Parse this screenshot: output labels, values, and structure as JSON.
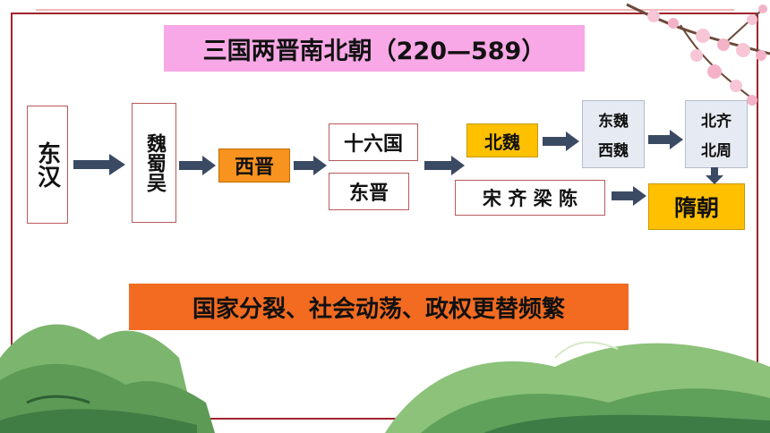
{
  "title": "三国两晋南北朝（220—589）",
  "nodes": {
    "donghan": "东汉",
    "weishuwu": "魏蜀吴",
    "xijin": "西晋",
    "shiliuguo": "十六国",
    "dongjin": "东晋",
    "beiwei": "北魏",
    "dongwei": "东魏",
    "xiwei": "西魏",
    "beiqi": "北齐",
    "beizhou": "北周",
    "songqiliangchen": "宋 齐 梁 陈",
    "suichao": "隋朝"
  },
  "summary": "国家分裂、社会动荡、政权更替频繁",
  "colors": {
    "title_bg": "#f8a8e6",
    "xijin_bg": "#f7931e",
    "yellow_bg": "#ffc000",
    "grey_bg": "#e6eaf2",
    "summary_bg": "#f26b21",
    "frame": "#a0232b",
    "arrow": "#3b4a63"
  }
}
